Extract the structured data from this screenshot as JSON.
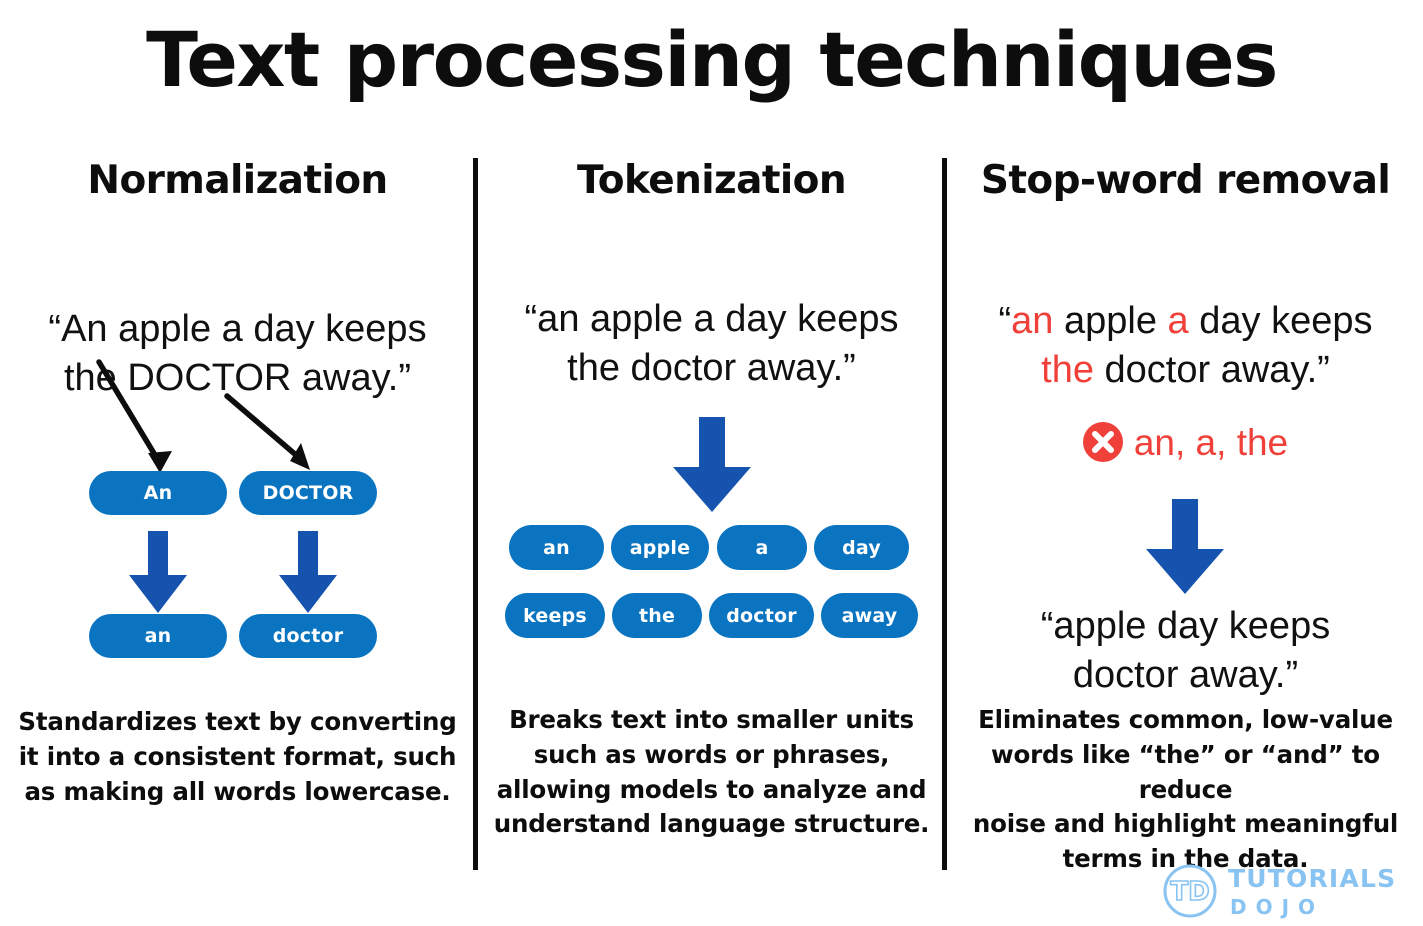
{
  "title": "Text processing techniques",
  "colors": {
    "pill_blue": "#0a74c0",
    "arrow_blue": "#1553ae",
    "stopword_red": "#f0403a",
    "brand_blue": "#88c3f2",
    "text_black": "#0d0d0d",
    "background": "#ffffff"
  },
  "columns": [
    {
      "id": "normalization",
      "heading": "Normalization",
      "input_quote_line1": "“An apple a day keeps",
      "input_quote_line2": "the DOCTOR away.”",
      "pairs": [
        {
          "before": "An",
          "after": "an"
        },
        {
          "before": "DOCTOR",
          "after": "doctor"
        }
      ],
      "description_lines": [
        "Standardizes text by converting",
        "it into a consistent format, such",
        "as making all words lowercase."
      ]
    },
    {
      "id": "tokenization",
      "heading": "Tokenization",
      "input_quote_line1": "“an apple a day keeps",
      "input_quote_line2": "the doctor away.”",
      "tokens_row1": [
        "an",
        "apple",
        "a",
        "day"
      ],
      "tokens_row2": [
        "keeps",
        "the",
        "doctor",
        "away"
      ],
      "description_lines": [
        "Breaks text into smaller units",
        "such as words or phrases,",
        "allowing models to analyze and",
        "understand language structure."
      ]
    },
    {
      "id": "stopword",
      "heading": "Stop-word removal",
      "input_quote_line1_parts": [
        {
          "text": "“",
          "highlight": false
        },
        {
          "text": "an",
          "highlight": true
        },
        {
          "text": " apple ",
          "highlight": false
        },
        {
          "text": "a",
          "highlight": true
        },
        {
          "text": " day keeps",
          "highlight": false
        }
      ],
      "input_quote_line2_parts": [
        {
          "text": "the",
          "highlight": true
        },
        {
          "text": " doctor away.”",
          "highlight": false
        }
      ],
      "removed_words_label": "an, a, the",
      "output_quote_line1": "“apple day keeps",
      "output_quote_line2": "doctor away.”",
      "description_lines": [
        "Eliminates common, low-value",
        "words like “the” or “and” to reduce",
        "noise and highlight meaningful",
        "terms in the data."
      ]
    }
  ],
  "brand": {
    "mark": "TD",
    "name": "TUTORIALS",
    "sub": "DOJO"
  }
}
